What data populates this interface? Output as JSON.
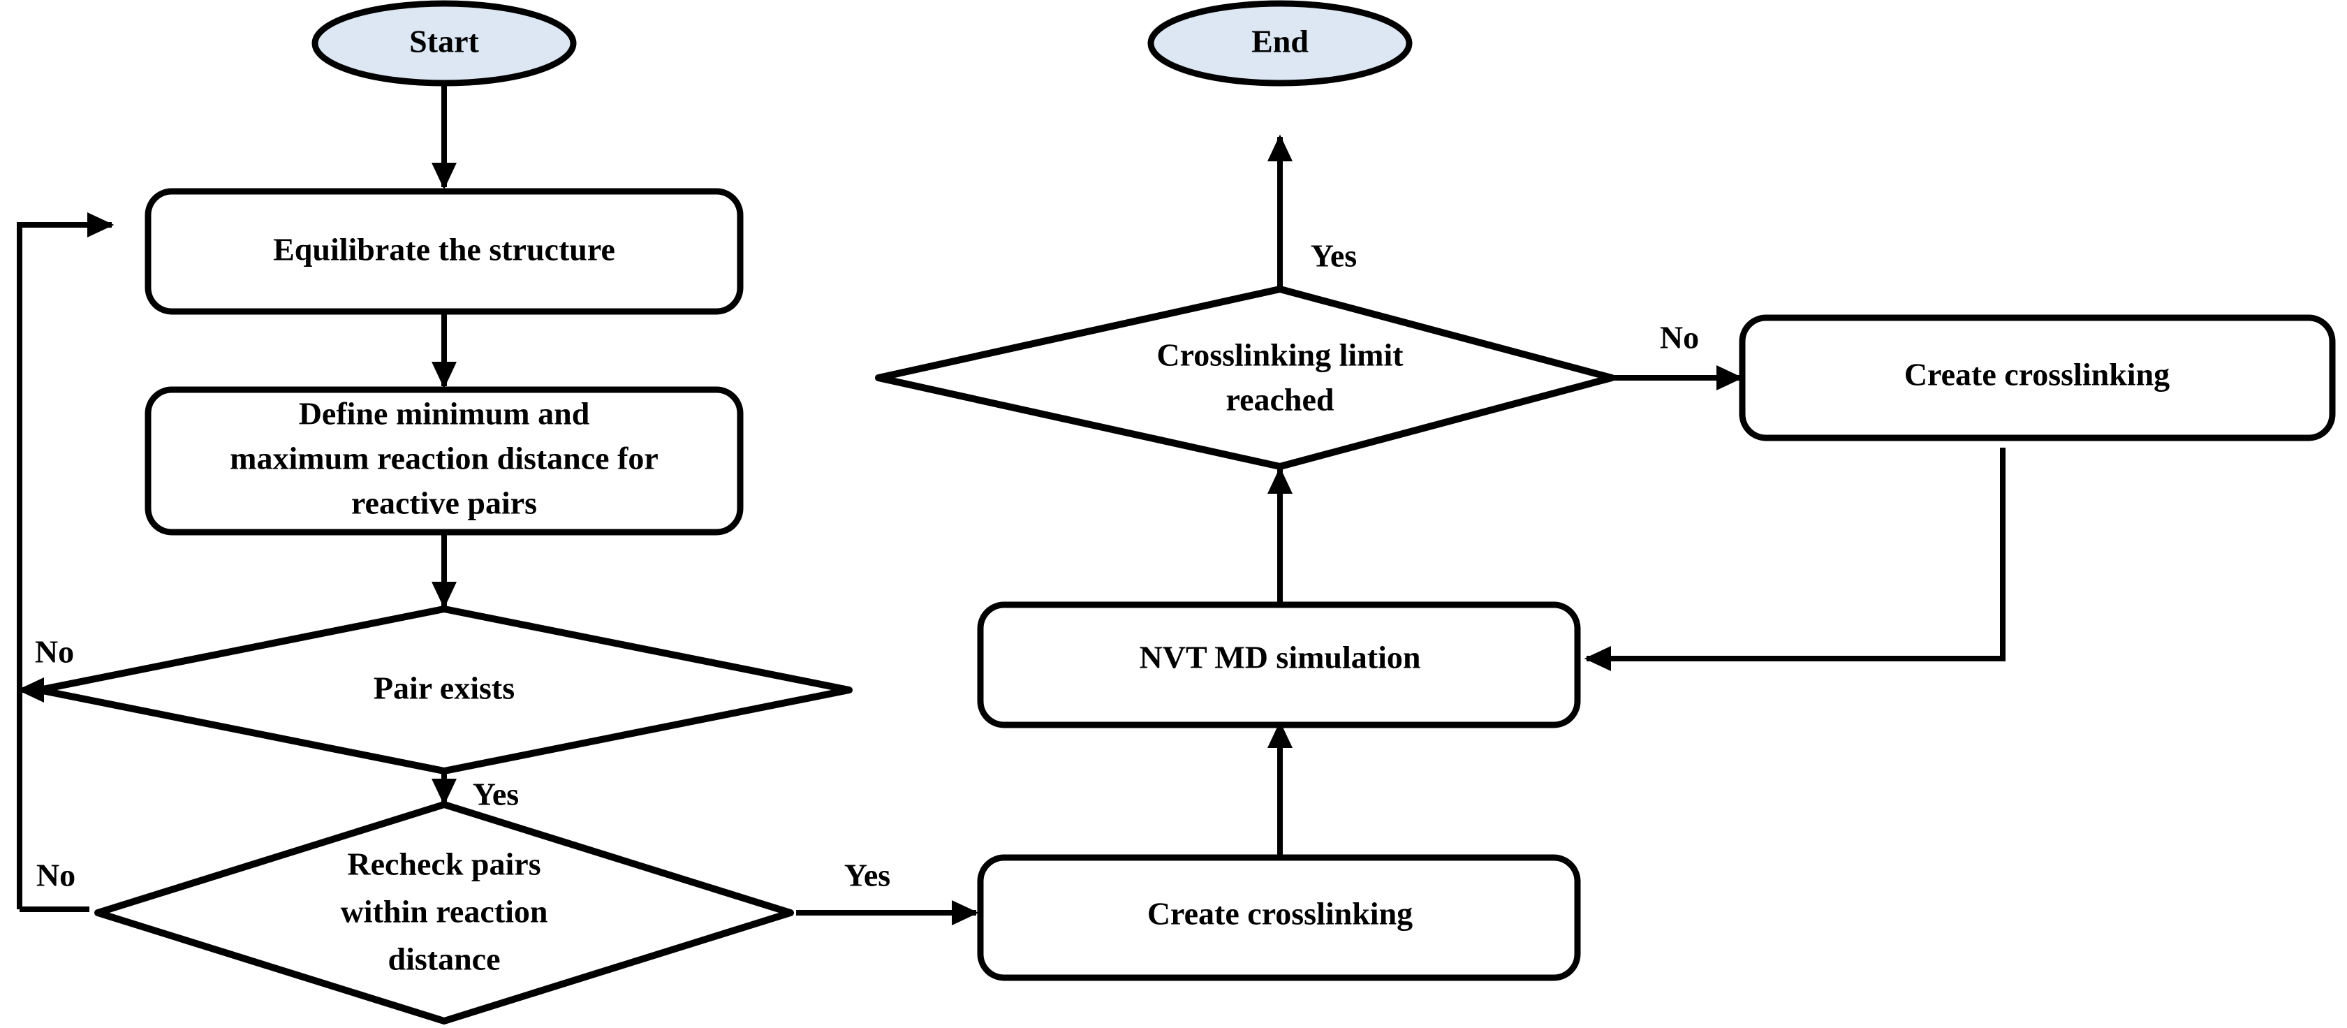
{
  "diagram": {
    "title": "Crosslinking molecular dynamics workflow flowchart",
    "colors": {
      "terminator_fill": "#dce7f3",
      "process_fill": "#ffffff",
      "decision_fill": "#ffffff",
      "stroke": "#000000",
      "background": "#ffffff"
    },
    "nodes": [
      {
        "id": "start",
        "type": "terminator",
        "label": "Start"
      },
      {
        "id": "end",
        "type": "terminator",
        "label": "End"
      },
      {
        "id": "equilibrate",
        "type": "process",
        "label": "Equilibrate the structure"
      },
      {
        "id": "define",
        "type": "process",
        "line1": "Define minimum and",
        "line2": "maximum reaction distance for",
        "line3": "reactive pairs"
      },
      {
        "id": "pair_exists",
        "type": "decision",
        "label": "Pair exists"
      },
      {
        "id": "recheck",
        "type": "decision",
        "line1": "Recheck pairs",
        "line2": "within reaction",
        "line3": "distance"
      },
      {
        "id": "crosslink_bottom",
        "type": "process",
        "label": "Create crosslinking"
      },
      {
        "id": "nvt",
        "type": "process",
        "label": "NVT MD simulation"
      },
      {
        "id": "limit",
        "type": "decision",
        "line1": "Crosslinking limit",
        "line2": "reached"
      },
      {
        "id": "crosslink_right",
        "type": "process",
        "label": "Create crosslinking"
      }
    ],
    "edge_labels": {
      "pair_exists_no": "No",
      "pair_exists_yes": "Yes",
      "recheck_no": "No",
      "recheck_yes": "Yes",
      "limit_yes": "Yes",
      "limit_no": "No"
    }
  }
}
